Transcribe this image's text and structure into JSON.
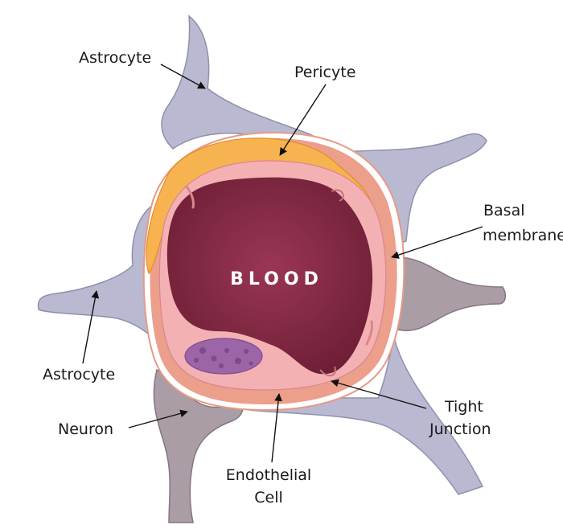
{
  "diagram": {
    "title_center": "BLOOD",
    "labels": {
      "astrocyte_top": "Astrocyte",
      "pericyte": "Pericyte",
      "basal_line1": "Basal",
      "basal_line2": "membrane",
      "astrocyte_left": "Astrocyte",
      "neuron": "Neuron",
      "tight_line1": "Tight",
      "tight_line2": "Junction",
      "endothelial_line1": "Endothelial",
      "endothelial_line2": "Cell"
    },
    "colors": {
      "astrocyte": "#b9bad1",
      "astrocyte_outline": "#8f90ad",
      "neuron": "#aa9da6",
      "neuron_outline": "#857681",
      "pericyte": "#f7b34f",
      "basal": "#e69a86",
      "endothelial": "#f3b1b3",
      "blood": "#8c2c47",
      "nucleus": "#9b65a8"
    }
  }
}
